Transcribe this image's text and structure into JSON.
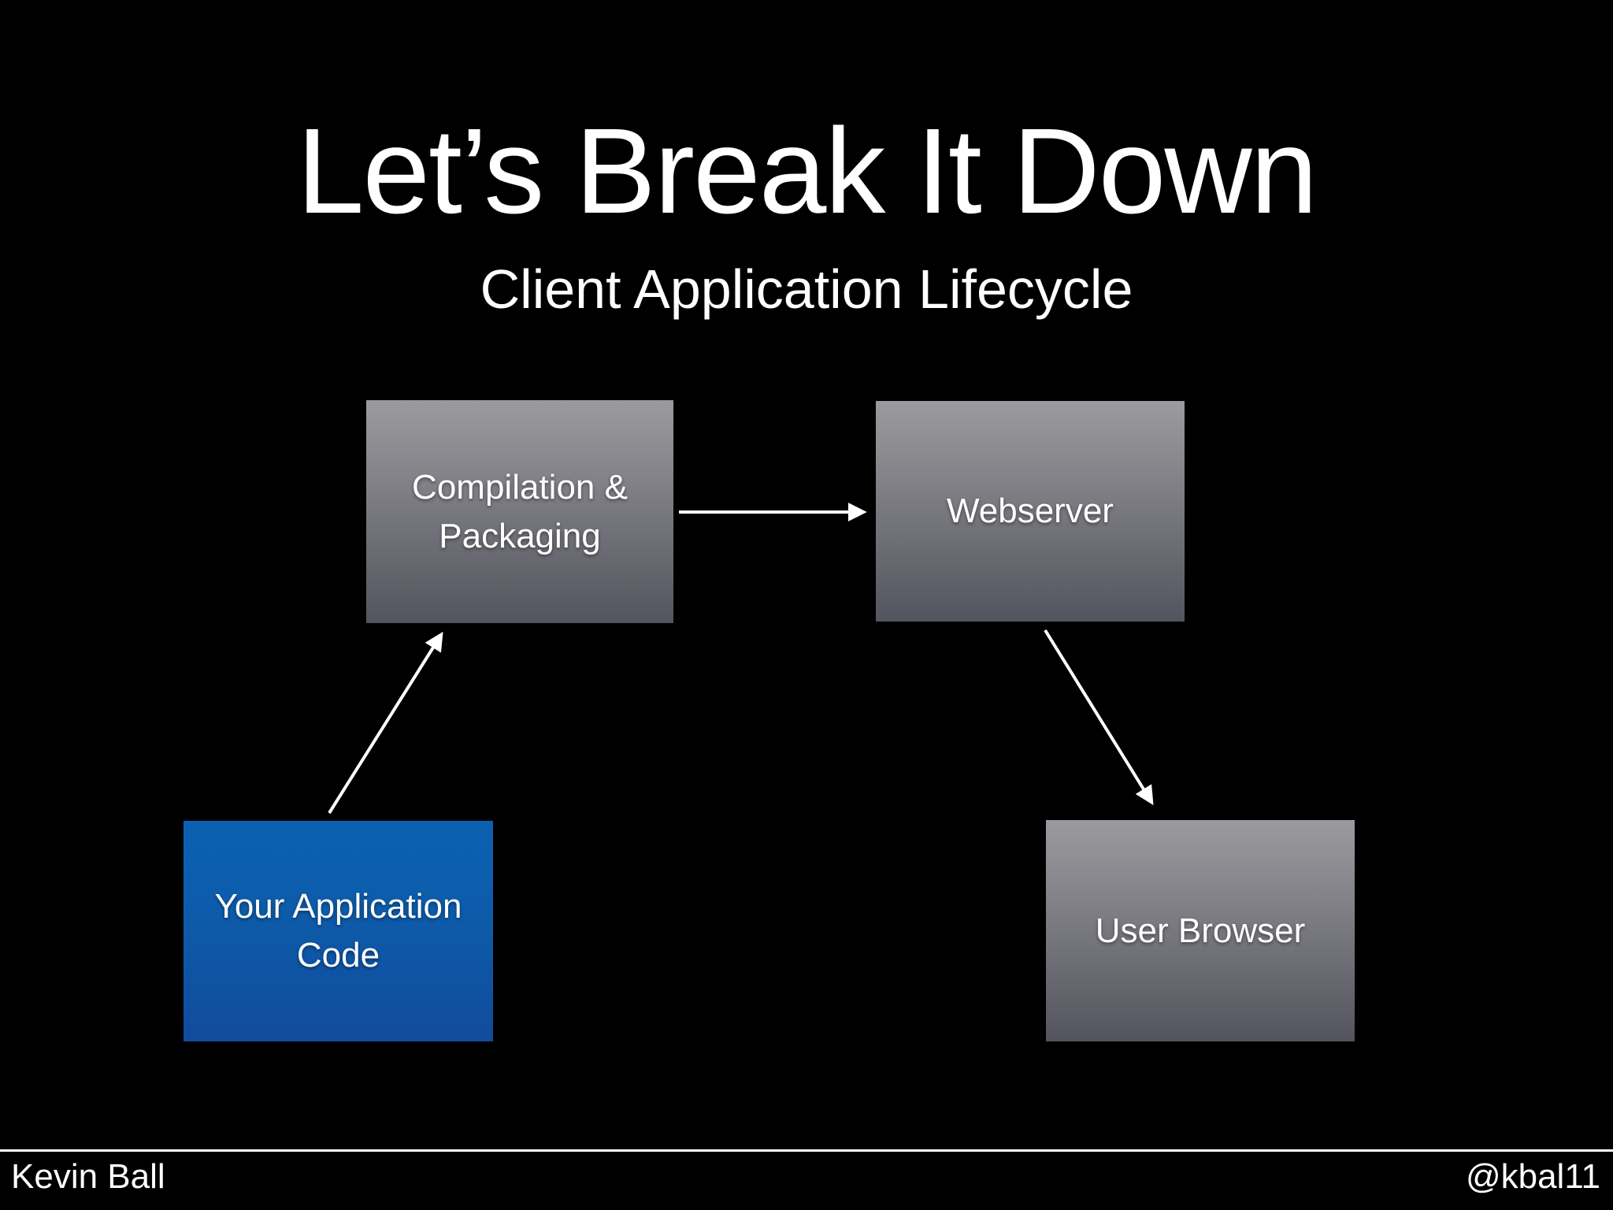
{
  "slide": {
    "title": "Let’s Break It Down",
    "subtitle": "Client Application Lifecycle",
    "diagram": {
      "nodes": [
        {
          "id": "compilation",
          "label": "Compilation & Packaging",
          "style": "gray"
        },
        {
          "id": "webserver",
          "label": "Webserver",
          "style": "gray"
        },
        {
          "id": "app-code",
          "label": "Your Application Code",
          "style": "blue"
        },
        {
          "id": "user-browser",
          "label": "User Browser",
          "style": "gray"
        }
      ],
      "edges": [
        {
          "from": "app-code",
          "to": "compilation"
        },
        {
          "from": "compilation",
          "to": "webserver"
        },
        {
          "from": "webserver",
          "to": "user-browser"
        }
      ]
    },
    "footer": {
      "author": "Kevin Ball",
      "handle": "@kbal11"
    },
    "colors": {
      "background": "#000000",
      "text": "#ffffff",
      "arrow": "#ffffff",
      "gray_box_top": "#9b9b9f",
      "gray_box_bottom": "#54545e",
      "blue_box_top": "#0b61b1",
      "blue_box_bottom": "#114b9c"
    }
  }
}
